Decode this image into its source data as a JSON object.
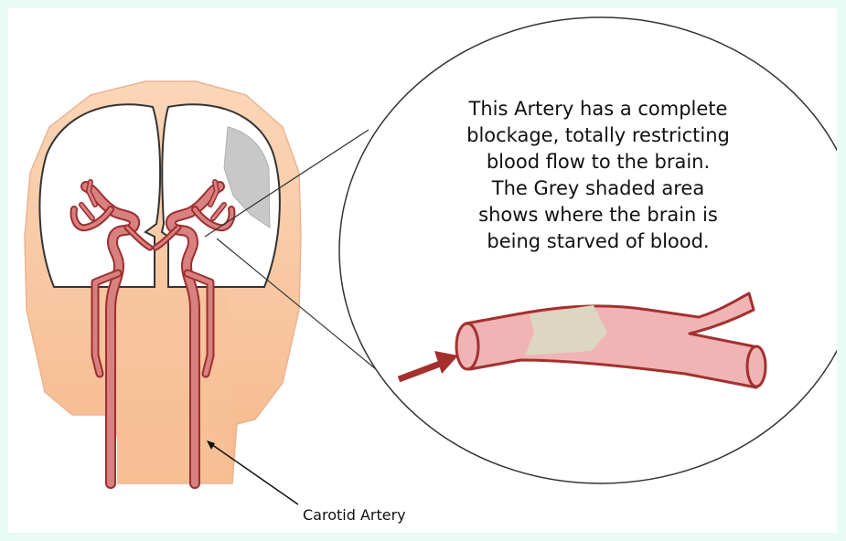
{
  "callout": {
    "lines": [
      "This Artery has a complete",
      "blockage, totally restricting",
      "blood flow to the brain.",
      "The Grey shaded area",
      "shows where the brain is",
      "being starved of blood."
    ]
  },
  "label": {
    "carotid": "Carotid Artery"
  },
  "colors": {
    "page_border": "#e9fbf5",
    "skin": "#f7c29a",
    "skin_light": "#fbd9bd",
    "artery_fill": "#d98080",
    "artery_outline": "#9c2f2f",
    "vessel_fill": "#f0b4b4",
    "blockage": "#ddd6c0",
    "ischemia": "#c8c8c8",
    "arrow": "#a52e2e"
  }
}
